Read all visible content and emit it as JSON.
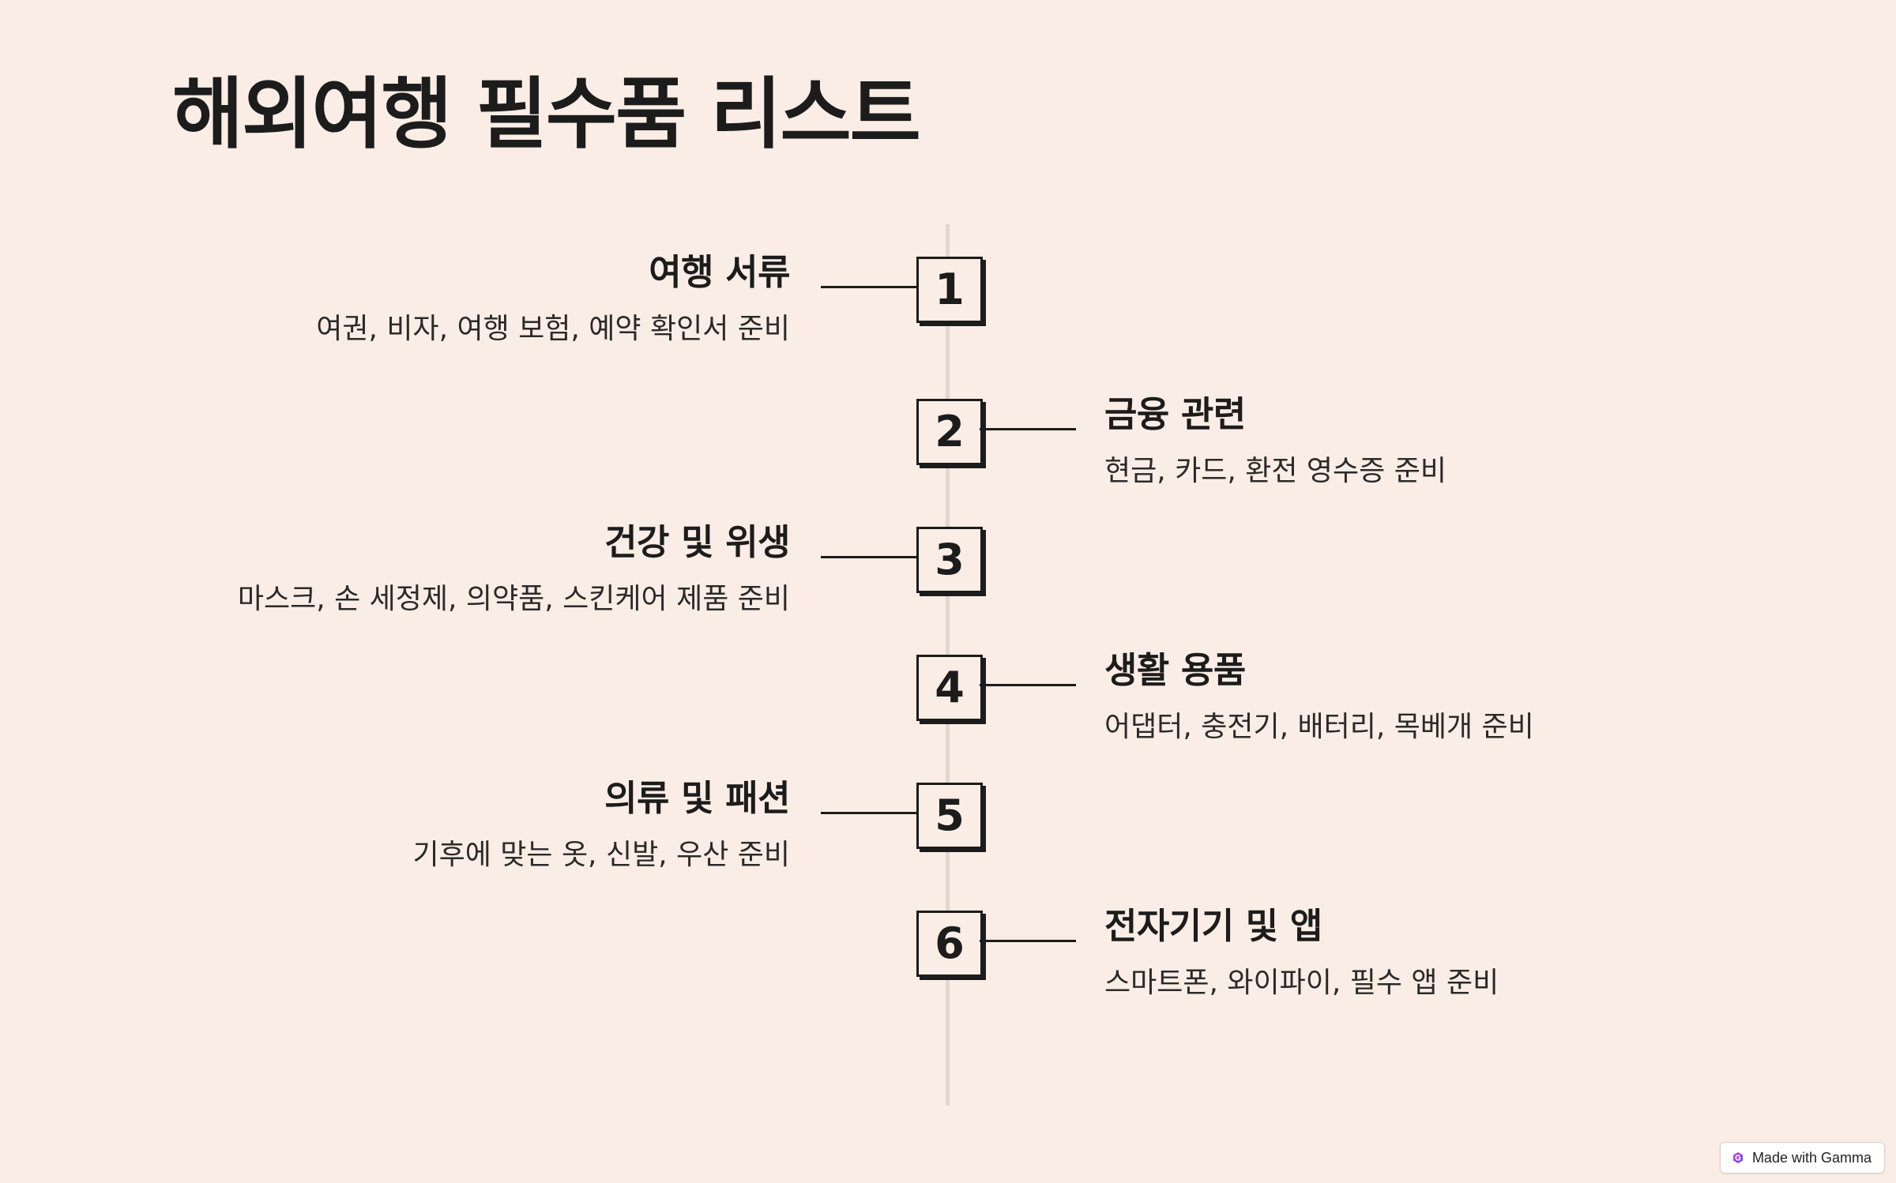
{
  "page": {
    "title": "해외여행 필수품 리스트"
  },
  "items": [
    {
      "number": "1",
      "heading": "여행 서류",
      "description": "여권, 비자, 여행 보험, 예약 확인서 준비",
      "side": "left"
    },
    {
      "number": "2",
      "heading": "금융 관련",
      "description": "현금, 카드, 환전 영수증 준비",
      "side": "right"
    },
    {
      "number": "3",
      "heading": "건강 및 위생",
      "description": "마스크, 손 세정제, 의약품, 스킨케어 제품 준비",
      "side": "left"
    },
    {
      "number": "4",
      "heading": "생활 용품",
      "description": "어댑터, 충전기, 배터리, 목베개 준비",
      "side": "right"
    },
    {
      "number": "5",
      "heading": "의류 및 패션",
      "description": "기후에 맞는 옷, 신발, 우산 준비",
      "side": "left"
    },
    {
      "number": "6",
      "heading": "전자기기 및 앱",
      "description": "스마트폰, 와이파이, 필수 앱 준비",
      "side": "right"
    }
  ],
  "badge": {
    "label": "Made with Gamma",
    "icon": "gamma-logo-icon"
  },
  "colors": {
    "background": "#faede5",
    "text": "#1c1c1c",
    "timeline": "#e3d6cd",
    "badge_accent": "#8a3ffc"
  }
}
